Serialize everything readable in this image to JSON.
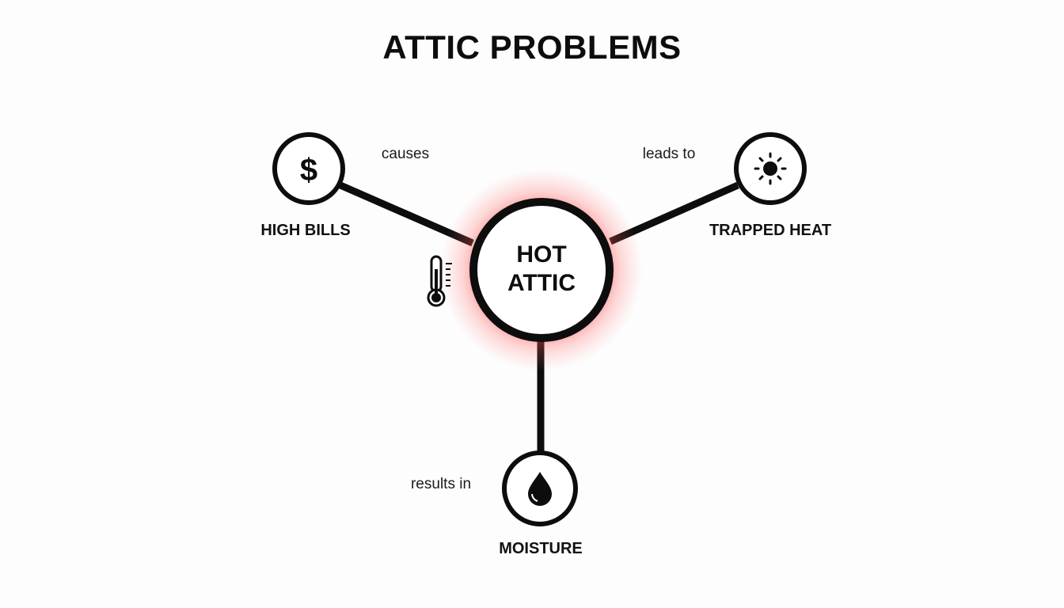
{
  "title": "ATTIC PROBLEMS",
  "colors": {
    "stroke": "#0d0d0d",
    "glow": "#ff3b3b",
    "background": "#fdfdfd"
  },
  "center_node": {
    "line1": "HOT",
    "line2": "ATTIC",
    "side_icon": "thermometer-icon"
  },
  "nodes": [
    {
      "id": "high-bills",
      "label": "HIGH BILLS",
      "icon": "dollar-icon",
      "edge_label": "causes"
    },
    {
      "id": "trapped-heat",
      "label": "TRAPPED HEAT",
      "icon": "sun-icon",
      "edge_label": "leads to"
    },
    {
      "id": "moisture",
      "label": "MOISTURE",
      "icon": "water-drop-icon",
      "edge_label": "results in"
    }
  ]
}
